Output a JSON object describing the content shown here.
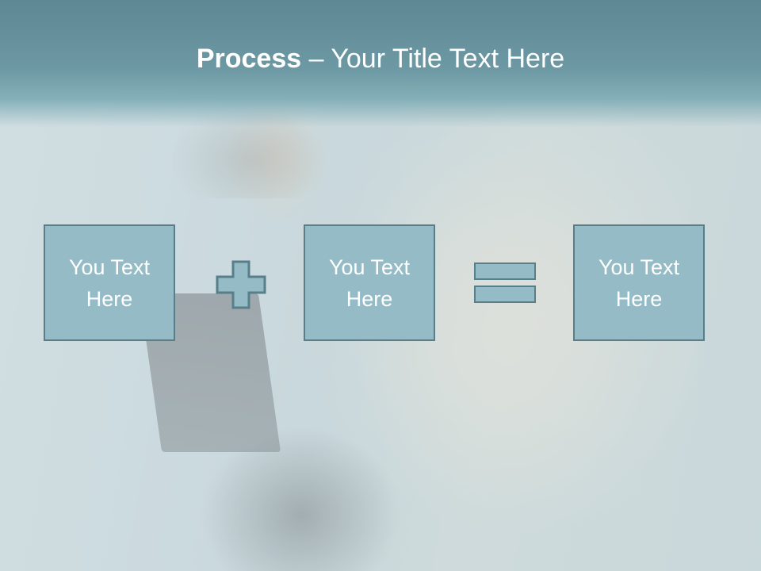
{
  "slide": {
    "title_bold": "Process",
    "title_rest": " – Your Title Text Here"
  },
  "process": {
    "boxes": [
      {
        "text": "You Text Here"
      },
      {
        "text": "You Text Here"
      },
      {
        "text": "You Text Here"
      }
    ],
    "operator_1": "plus-icon",
    "operator_2": "equals-icon"
  },
  "colors": {
    "title_band": "#6d99a4",
    "box_fill": "#95bcc6",
    "box_border": "#587e89",
    "text": "#ffffff"
  }
}
